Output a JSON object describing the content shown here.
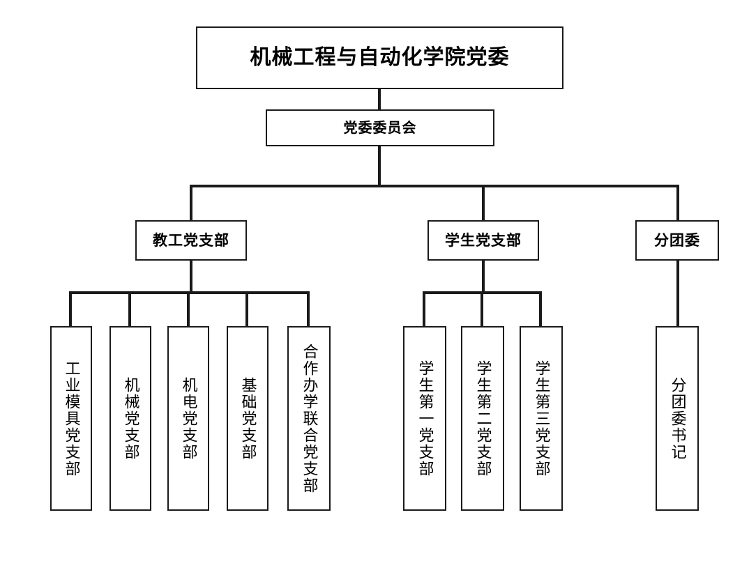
{
  "chart_data": {
    "type": "diagram",
    "diagram_type": "organization-chart",
    "title": "机械工程与自动化学院党委",
    "orientation": "top-down",
    "levels": 4,
    "colors": {
      "background": "#ffffff",
      "box_border": "#1a1a1a",
      "box_fill": "#ffffff",
      "connector": "#1a1a1a",
      "text": "#000000"
    },
    "nodes": [
      {
        "id": "root",
        "label": "机械工程与自动化学院党委",
        "level": 1,
        "parent": null
      },
      {
        "id": "dwwyh",
        "label": "党委委员会",
        "level": 2,
        "parent": "root"
      },
      {
        "id": "jgdzb",
        "label": "教工党支部",
        "level": 3,
        "parent": "dwwyh"
      },
      {
        "id": "xsdzb",
        "label": "学生党支部",
        "level": 3,
        "parent": "dwwyh"
      },
      {
        "id": "ftw",
        "label": "分团委",
        "level": 3,
        "parent": "dwwyh"
      },
      {
        "id": "gymj",
        "label": "工业模具党支部",
        "level": 4,
        "parent": "jgdzb"
      },
      {
        "id": "jx",
        "label": "机械党支部",
        "level": 4,
        "parent": "jgdzb"
      },
      {
        "id": "jd",
        "label": "机电党支部",
        "level": 4,
        "parent": "jgdzb"
      },
      {
        "id": "jc",
        "label": "基础党支部",
        "level": 4,
        "parent": "jgdzb"
      },
      {
        "id": "hzbx",
        "label": "合作办学联合党支部",
        "level": 4,
        "parent": "jgdzb"
      },
      {
        "id": "xs1",
        "label": "学生第一党支部",
        "level": 4,
        "parent": "xsdzb"
      },
      {
        "id": "xs2",
        "label": "学生第二党支部",
        "level": 4,
        "parent": "xsdzb"
      },
      {
        "id": "xs3",
        "label": "学生第三党支部",
        "level": 4,
        "parent": "xsdzb"
      },
      {
        "id": "ftwsj",
        "label": "分团委书记",
        "level": 4,
        "parent": "ftw"
      }
    ]
  },
  "root": {
    "label": "机械工程与自动化学院党委"
  },
  "committee": {
    "label": "党委委员会"
  },
  "branches": {
    "staff": {
      "label": "教工党支部"
    },
    "student": {
      "label": "学生党支部"
    },
    "youth_league": {
      "label": "分团委"
    }
  },
  "staff_units": [
    {
      "label": "工业模具党支部"
    },
    {
      "label": "机械党支部"
    },
    {
      "label": "机电党支部"
    },
    {
      "label": "基础党支部"
    },
    {
      "label": "合作办学联合党支部"
    }
  ],
  "student_units": [
    {
      "label": "学生第一党支部"
    },
    {
      "label": "学生第二党支部"
    },
    {
      "label": "学生第三党支部"
    }
  ],
  "youth_league_units": [
    {
      "label": "分团委书记"
    }
  ]
}
